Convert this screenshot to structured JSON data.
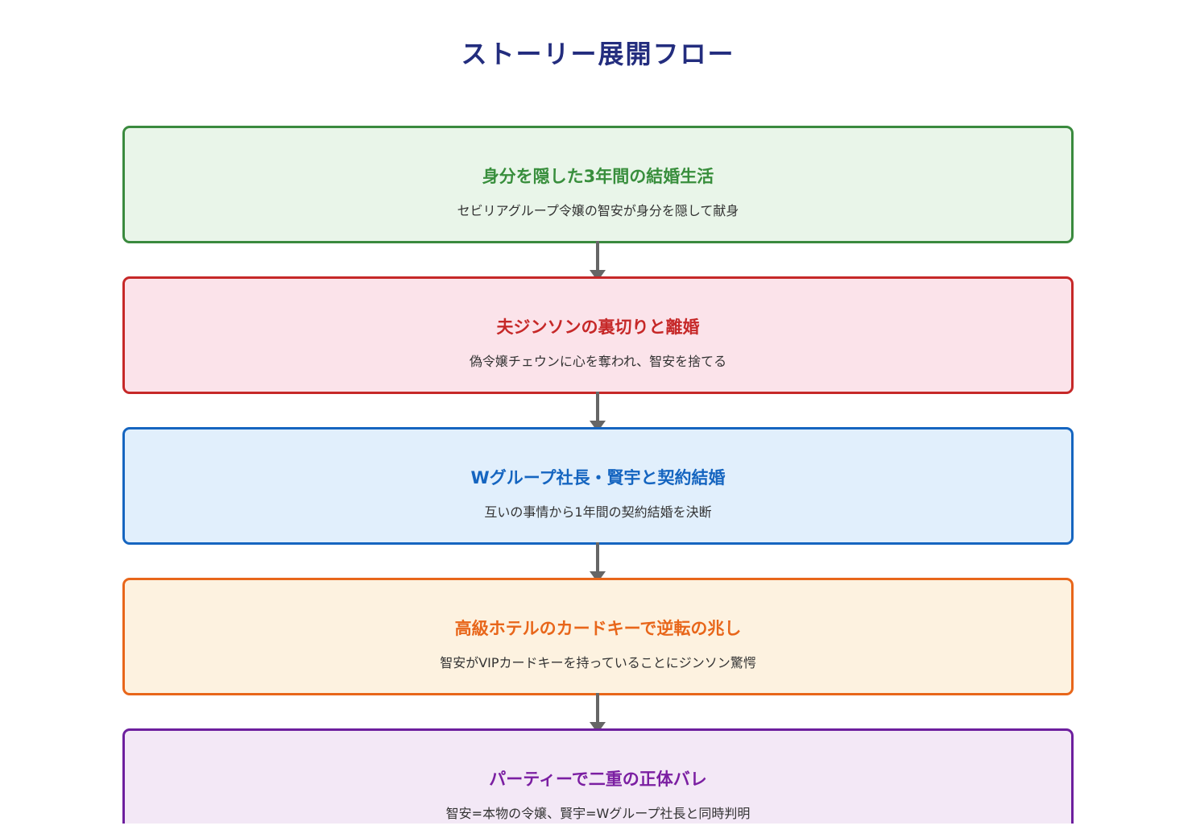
{
  "title": {
    "text": "ストーリー展開フロー",
    "color": "#232d7e"
  },
  "arrow_color": "#666666",
  "nodes": [
    {
      "title": "身分を隠した3年間の結婚生活",
      "subtitle": "セビリアグループ令嬢の智安が身分を隠して献身",
      "border_color": "#3a8a3e",
      "fill_color": "#e9f5e9",
      "title_color": "#388e3c"
    },
    {
      "title": "夫ジンソンの裏切りと離婚",
      "subtitle": "偽令嬢チェウンに心を奪われ、智安を捨てる",
      "border_color": "#c62828",
      "fill_color": "#fbe3ea",
      "title_color": "#c62828"
    },
    {
      "title": "Wグループ社長・賢宇と契約結婚",
      "subtitle": "互いの事情から1年間の契約結婚を決断",
      "border_color": "#1565c0",
      "fill_color": "#e1effc",
      "title_color": "#1565c0"
    },
    {
      "title": "高級ホテルのカードキーで逆転の兆し",
      "subtitle": "智安がVIPカードキーを持っていることにジンソン驚愕",
      "border_color": "#e8661a",
      "fill_color": "#fdf2e0",
      "title_color": "#e8661a"
    },
    {
      "title": "パーティーで二重の正体バレ",
      "subtitle": "智安=本物の令嬢、賢宇=Wグループ社長と同時判明",
      "border_color": "#6d1f9e",
      "fill_color": "#f3e8f6",
      "title_color": "#7b1fa2"
    }
  ],
  "chart_data": {
    "type": "table",
    "title": "ストーリー展開フロー",
    "flow_steps": [
      {
        "step": 1,
        "label": "身分を隠した3年間の結婚生活",
        "description": "セビリアグループ令嬢の智安が身分を隠して献身"
      },
      {
        "step": 2,
        "label": "夫ジンソンの裏切りと離婚",
        "description": "偽令嬢チェウンに心を奪われ、智安を捨てる"
      },
      {
        "step": 3,
        "label": "Wグループ社長・賢宇と契約結婚",
        "description": "互いの事情から1年間の契約結婚を決断"
      },
      {
        "step": 4,
        "label": "高級ホテルのカードキーで逆転の兆し",
        "description": "智安がVIPカードキーを持っていることにジンソン驚愕"
      },
      {
        "step": 5,
        "label": "パーティーで二重の正体バレ",
        "description": "智安=本物の令嬢、賢宇=Wグループ社長と同時判明"
      }
    ]
  }
}
